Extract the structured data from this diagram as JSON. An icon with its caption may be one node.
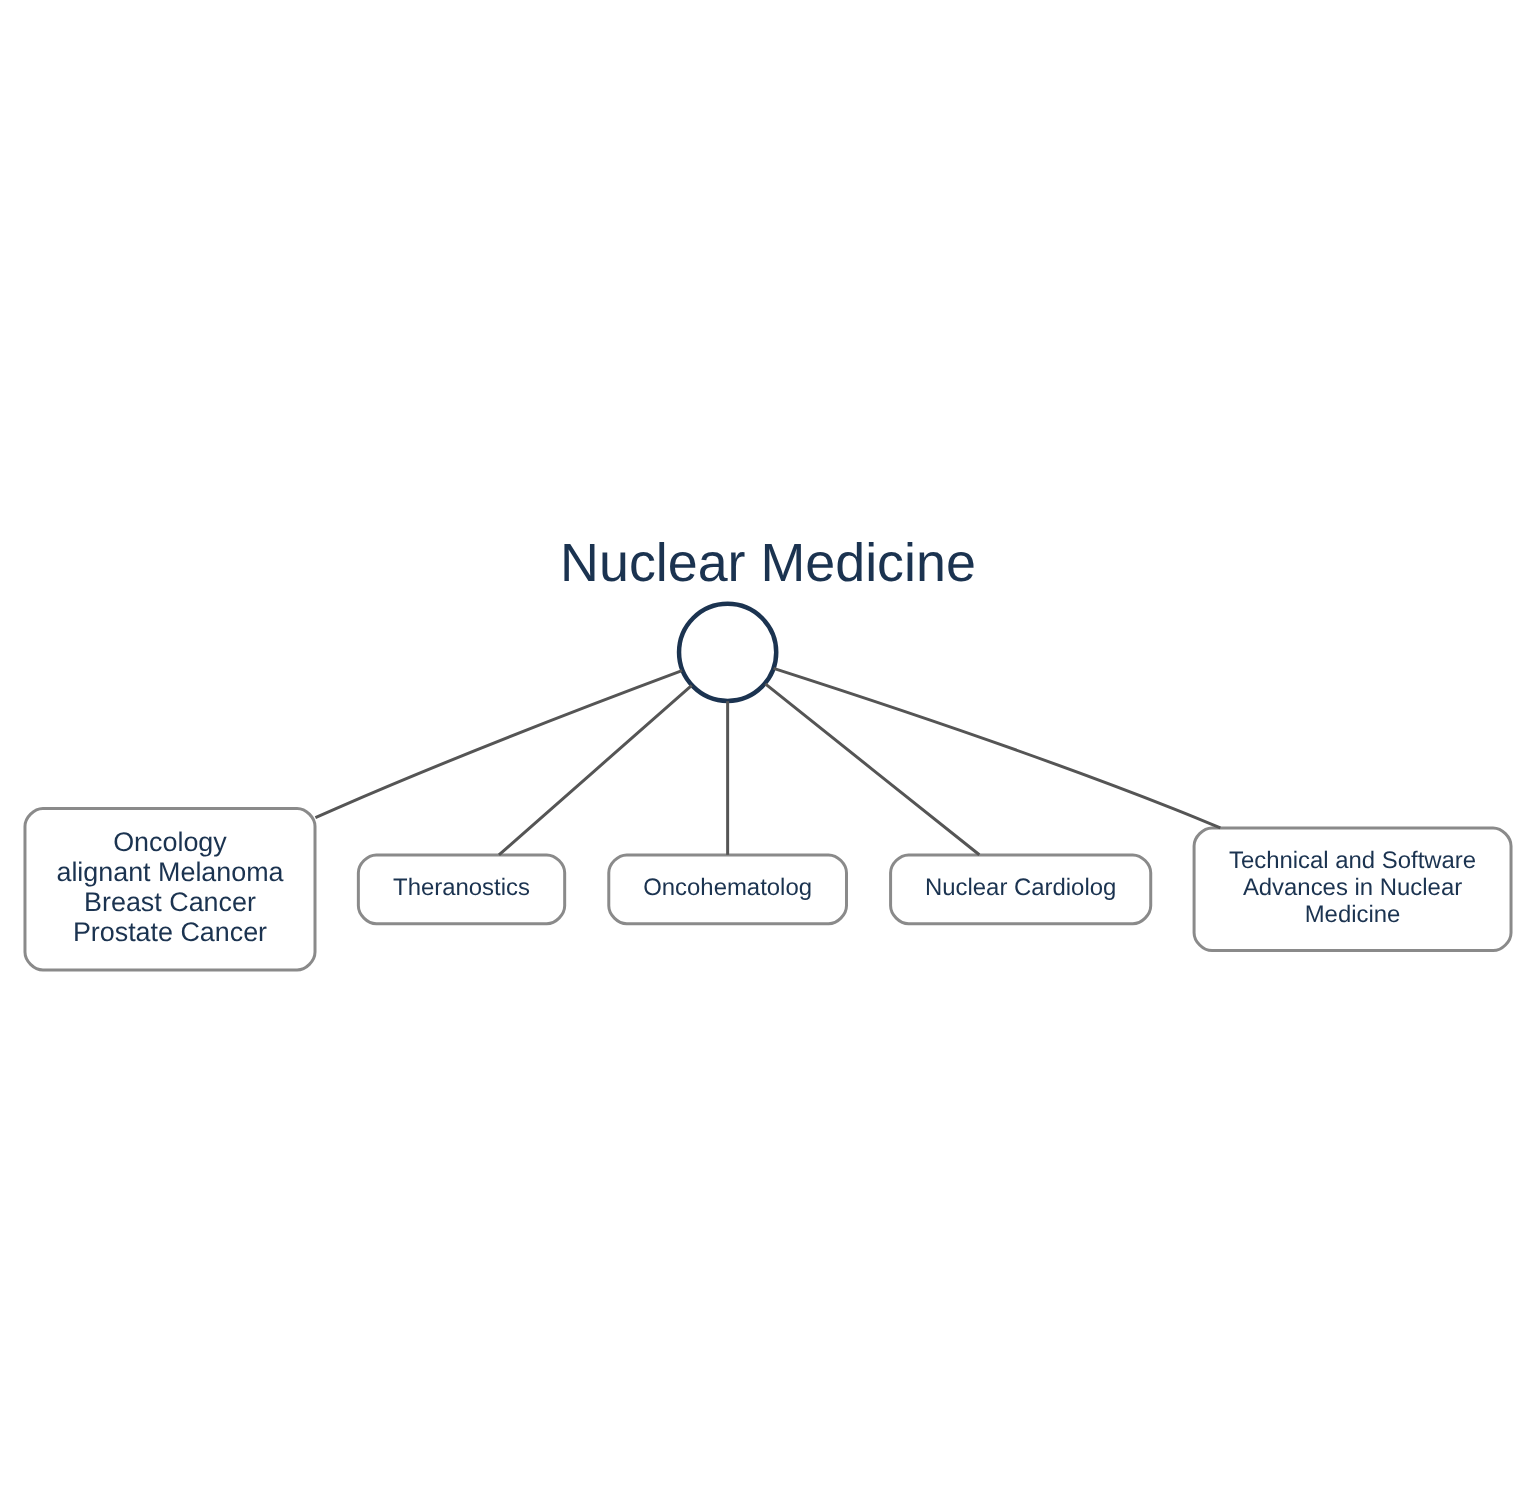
{
  "diagram": {
    "title": "Nuclear Medicine",
    "nodes": [
      {
        "text": [],
        "shape": "circle"
      },
      {
        "text": [
          "Oncology",
          "alignant Melanoma",
          "Breast Cancer",
          "Prostate Cancer"
        ]
      },
      {
        "text": [
          "Theranostics"
        ]
      },
      {
        "text": [
          "Oncohematolog"
        ]
      },
      {
        "text": [
          "Nuclear Cardiolog"
        ]
      },
      {
        "text": [
          "Technical and Software Advances in Nuclear Medicine"
        ]
      }
    ],
    "edges": [
      {
        "from": 0,
        "to": 1,
        "arrow": "none"
      },
      {
        "from": 0,
        "to": 2,
        "arrow": "none"
      },
      {
        "from": 0,
        "to": 3,
        "arrow": "none"
      },
      {
        "from": 0,
        "to": 4,
        "arrow": "none"
      },
      {
        "from": 0,
        "to": 5,
        "arrow": "none"
      }
    ]
  }
}
